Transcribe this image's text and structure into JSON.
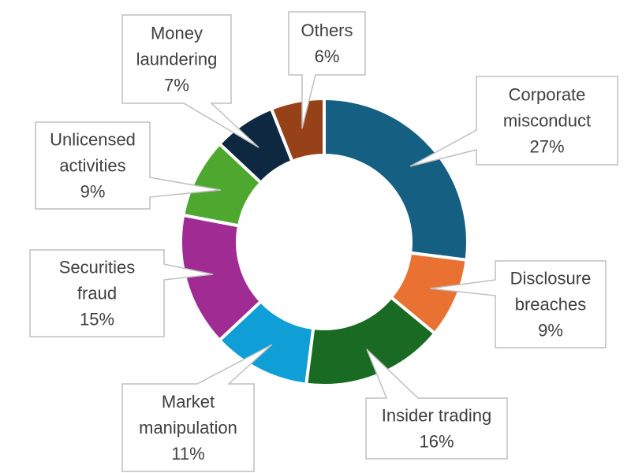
{
  "chart_data": {
    "type": "pie",
    "variant": "donut",
    "title": "",
    "unit": "%",
    "categories": [
      "Corporate misconduct",
      "Disclosure breaches",
      "Insider trading",
      "Market manipulation",
      "Securities fraud",
      "Unlicensed activities",
      "Money laundering",
      "Others"
    ],
    "values": [
      27,
      9,
      16,
      11,
      15,
      9,
      7,
      6
    ],
    "labels": [
      {
        "lines": [
          "Corporate",
          "misconduct"
        ],
        "value": "27%"
      },
      {
        "lines": [
          "Disclosure",
          "breaches"
        ],
        "value": "9%"
      },
      {
        "lines": [
          "Insider trading"
        ],
        "value": "16%"
      },
      {
        "lines": [
          "Market",
          "manipulation"
        ],
        "value": "11%"
      },
      {
        "lines": [
          "Securities",
          "fraud"
        ],
        "value": "15%"
      },
      {
        "lines": [
          "Unlicensed",
          "activities"
        ],
        "value": "9%"
      },
      {
        "lines": [
          "Money",
          "laundering"
        ],
        "value": "7%"
      },
      {
        "lines": [
          "Others"
        ],
        "value": "6%"
      }
    ],
    "colors": [
      "#156082",
      "#E97132",
      "#196B24",
      "#0F9ED5",
      "#A02B93",
      "#4EA72E",
      "#0E2841",
      "#974119"
    ],
    "legend": "none",
    "data_labels": "callouts"
  }
}
